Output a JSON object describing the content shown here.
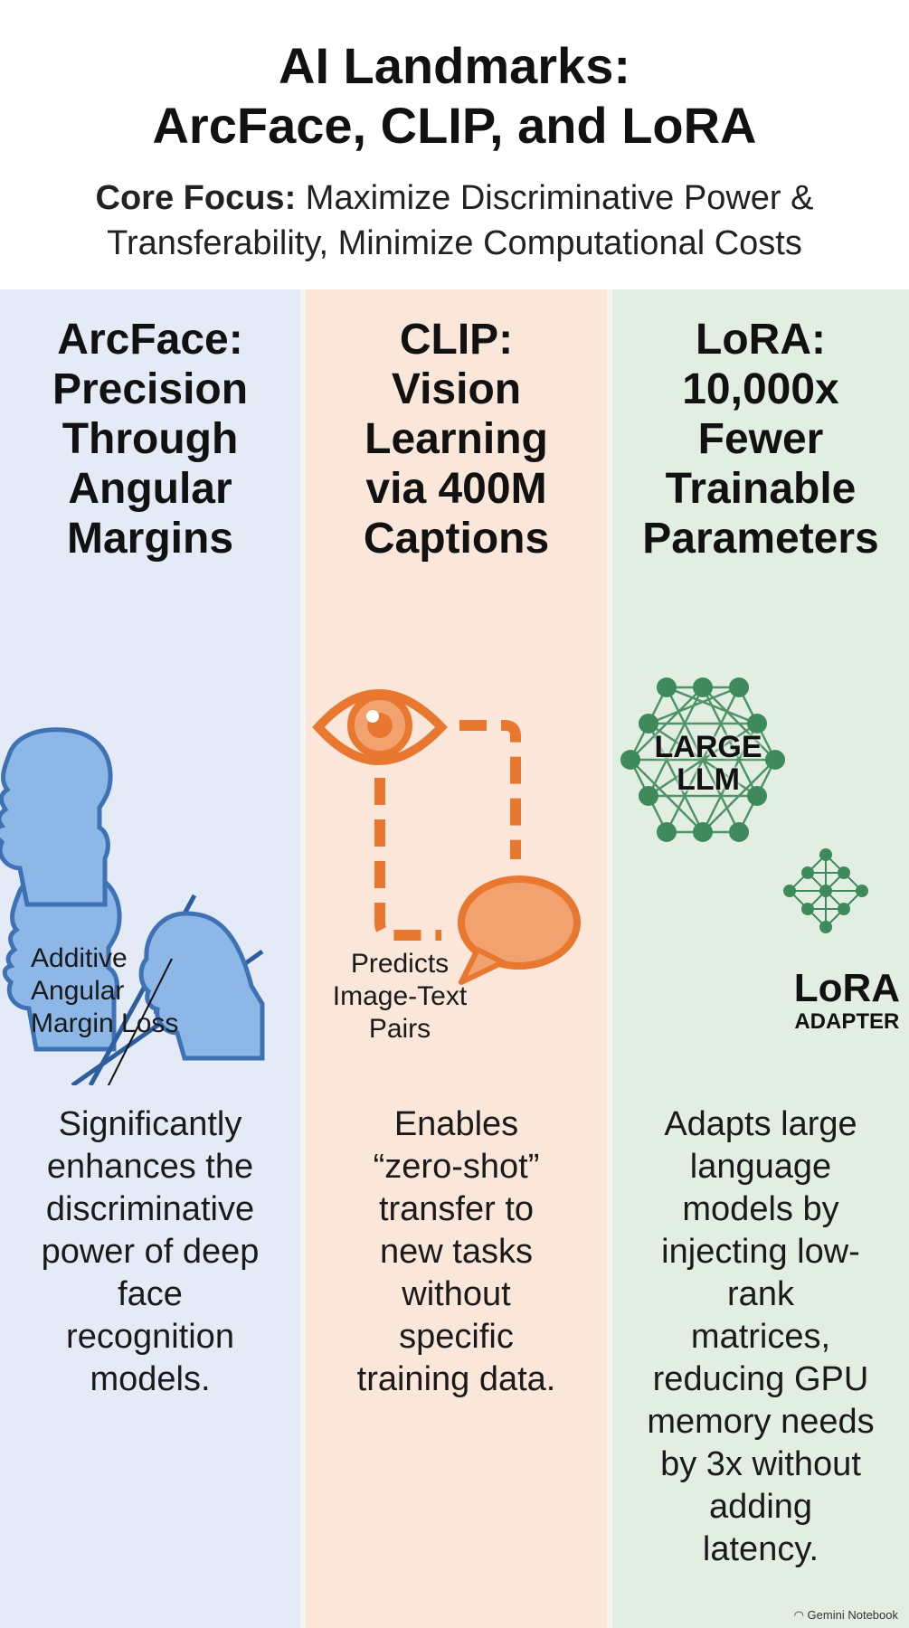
{
  "header": {
    "title_line1": "AI Landmarks:",
    "title_line2": "ArcFace, CLIP, and LoRA",
    "core_label": "Core Focus:",
    "core_text1": "Maximize Discriminative Power &",
    "core_text2": "Transferability, Minimize Computational Costs"
  },
  "columns": [
    {
      "title_lines": [
        "ArcFace:",
        "Precision",
        "Through",
        "Angular",
        "Margins"
      ],
      "caption_lines": [
        "Additive",
        "Angular",
        "Margin Loss"
      ],
      "desc_lines": [
        "Significantly",
        "enhances the",
        "discriminative",
        "power of deep",
        "face",
        "recognition",
        "models."
      ],
      "icon": "angular-margin-faces-icon",
      "color": "#4a7fc1"
    },
    {
      "title_lines": [
        "CLIP:",
        "Vision",
        "Learning",
        "via 400M",
        "Captions"
      ],
      "caption_lines": [
        "Predicts",
        "Image-Text",
        "Pairs"
      ],
      "desc_lines": [
        "Enables",
        "“zero-shot”",
        "transfer to",
        "new tasks",
        "without",
        "specific",
        "training data."
      ],
      "icon": "eye-to-speech-bubble-icon",
      "color": "#e8782f"
    },
    {
      "title_lines": [
        "LoRA:",
        "10,000x",
        "Fewer",
        "Trainable",
        "Parameters"
      ],
      "llm_label1": "LARGE",
      "llm_label2": "LLM",
      "adapter_label1": "LoRA",
      "adapter_label2": "ADAPTER",
      "desc_lines": [
        "Adapts large",
        "language",
        "models by",
        "injecting low-",
        "rank",
        "matrices,",
        "reducing GPU",
        "memory needs",
        "by 3x without",
        "adding",
        "latency."
      ],
      "icon": "neural-network-icon",
      "color": "#3f8a5a"
    }
  ],
  "footer": {
    "label": "Gemini Notebook"
  }
}
